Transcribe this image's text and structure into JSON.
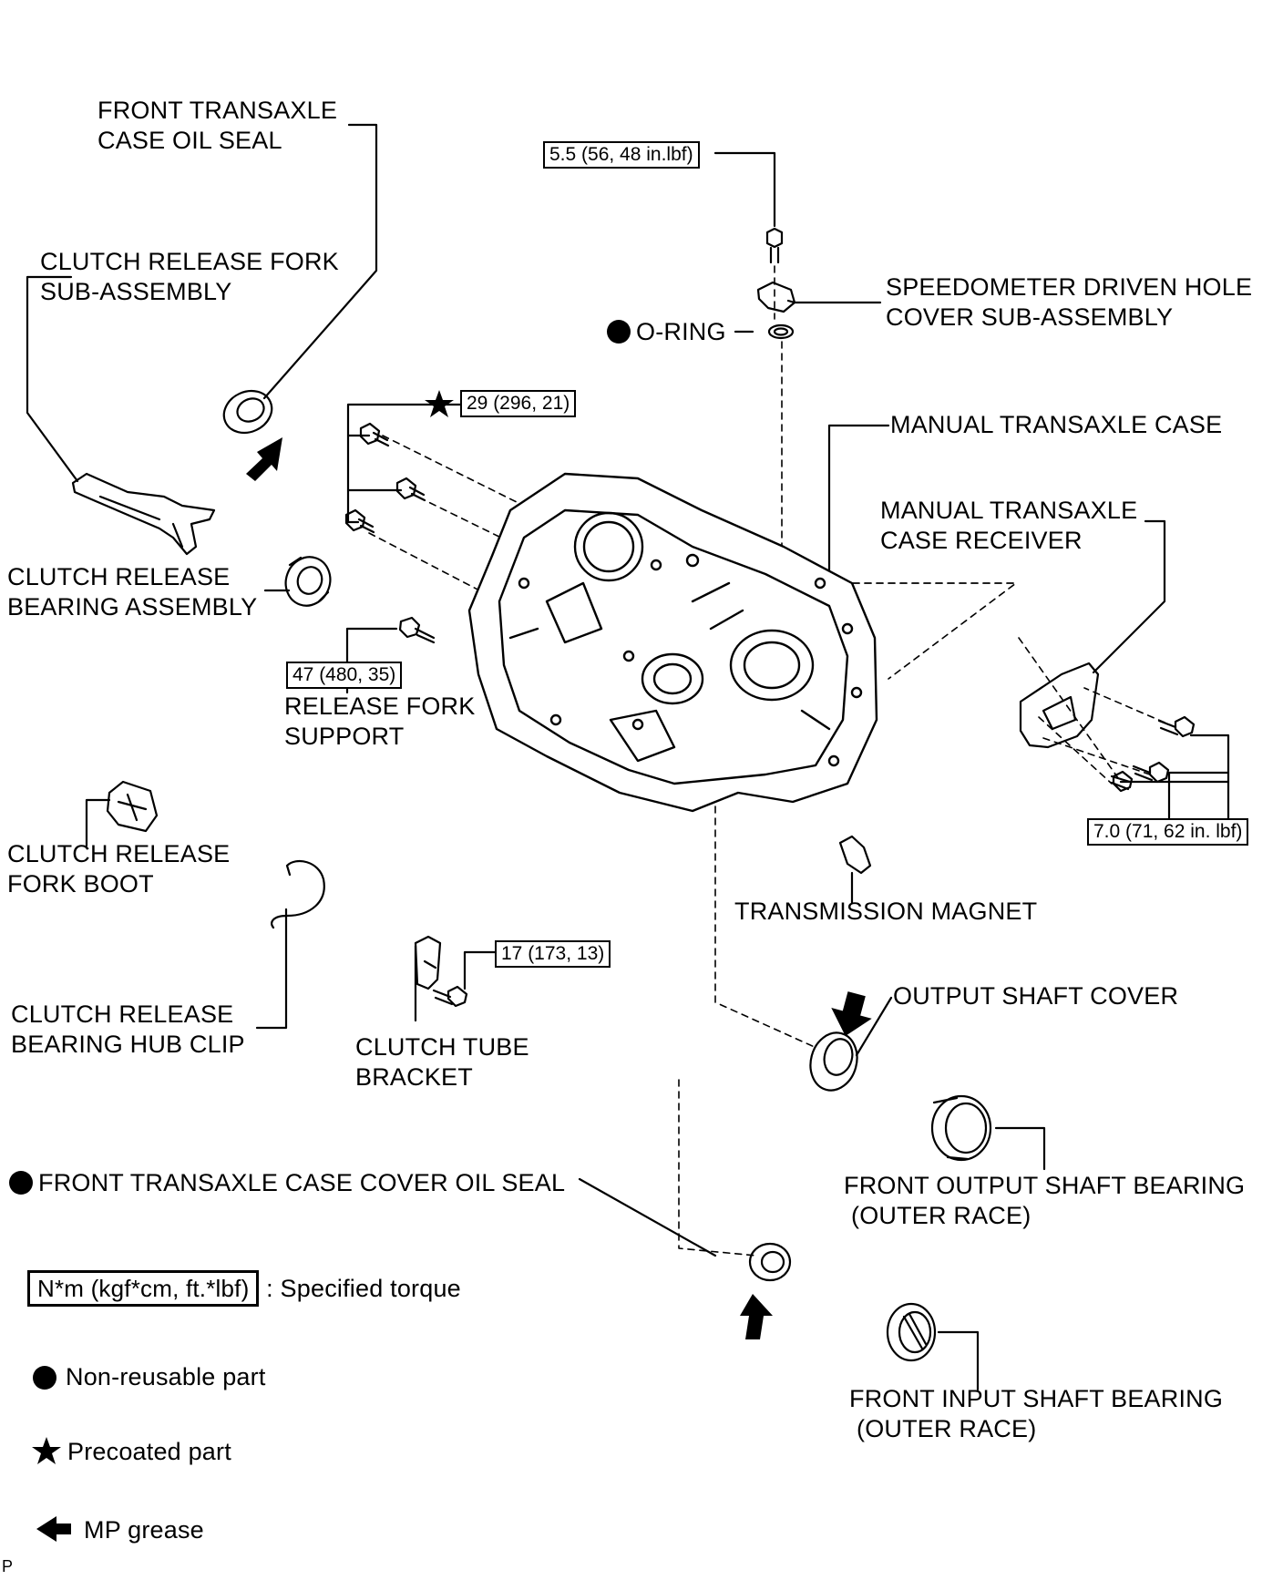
{
  "labels": {
    "front_transaxle_case_oil_seal": [
      "FRONT TRANSAXLE",
      "CASE OIL SEAL"
    ],
    "clutch_release_fork_sub_assembly": [
      "CLUTCH RELEASE FORK",
      "SUB-ASSEMBLY"
    ],
    "clutch_release_bearing_assembly": [
      "CLUTCH RELEASE",
      "BEARING ASSEMBLY"
    ],
    "release_fork_support": [
      "RELEASE FORK",
      "SUPPORT"
    ],
    "clutch_release_fork_boot": [
      "CLUTCH RELEASE",
      "FORK BOOT"
    ],
    "clutch_release_bearing_hub_clip": [
      "CLUTCH RELEASE",
      "BEARING HUB CLIP"
    ],
    "clutch_tube_bracket": [
      "CLUTCH TUBE",
      "BRACKET"
    ],
    "front_transaxle_case_cover_oil_seal": "FRONT TRANSAXLE CASE COVER OIL SEAL",
    "o_ring": "O-RING",
    "speedometer_driven_hole_cover": [
      "SPEEDOMETER DRIVEN HOLE",
      "COVER SUB-ASSEMBLY"
    ],
    "manual_transaxle_case": "MANUAL TRANSAXLE CASE",
    "manual_transaxle_case_receiver": [
      "MANUAL TRANSAXLE",
      "CASE RECEIVER"
    ],
    "transmission_magnet": "TRANSMISSION MAGNET",
    "output_shaft_cover": "OUTPUT SHAFT COVER",
    "front_output_shaft_bearing": [
      "FRONT OUTPUT SHAFT BEARING",
      "(OUTER RACE)"
    ],
    "front_input_shaft_bearing": [
      "FRONT INPUT SHAFT BEARING",
      "(OUTER RACE)"
    ]
  },
  "torques": {
    "speedometer_bolt": "5.5 (56, 48 in.lbf)",
    "precoated_bolts": "29 (296, 21)",
    "release_fork_support": "47 (480, 35)",
    "case_receiver_bolts": "7.0 (71, 62 in. lbf)",
    "clutch_tube_bracket_bolt": "17 (173, 13)"
  },
  "legend": {
    "torque_box": "N*m (kgf*cm, ft.*lbf)",
    "torque_text": ": Specified torque",
    "non_reusable": "Non-reusable part",
    "precoated": "Precoated part",
    "mp_grease": "MP grease"
  },
  "corner_code": "P",
  "colors": {
    "ink": "#000000",
    "paper": "#ffffff"
  }
}
